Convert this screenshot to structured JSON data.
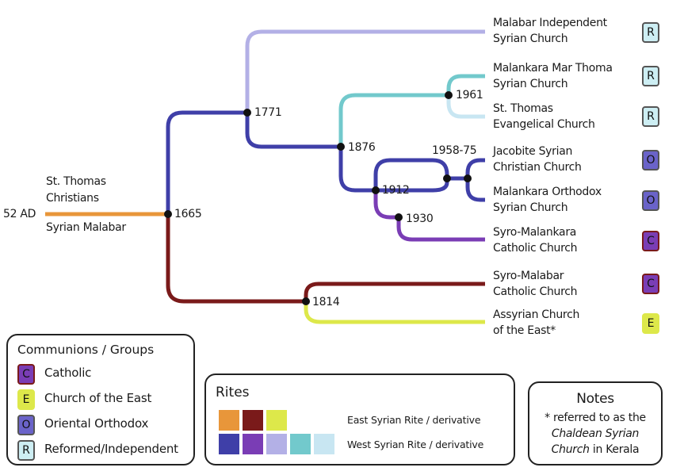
{
  "root": {
    "start_label": "52 AD",
    "name_lines": [
      "St. Thomas",
      "Christians"
    ],
    "sub_name": "Syrian Malabar"
  },
  "nodes": {
    "n1665": "1665",
    "n1771": "1771",
    "n1876": "1876",
    "n1961": "1961",
    "n1912": "1912",
    "n1958": "1958-75",
    "n1930": "1930",
    "n1814": "1814"
  },
  "churches": [
    {
      "lines": [
        "Malabar Independent",
        "Syrian Church"
      ],
      "badge": "R"
    },
    {
      "lines": [
        "Malankara Mar Thoma",
        "Syrian Church"
      ],
      "badge": "R"
    },
    {
      "lines": [
        "St. Thomas",
        "Evangelical Church"
      ],
      "badge": "R"
    },
    {
      "lines": [
        "Jacobite Syrian",
        "Christian Church"
      ],
      "badge": "O"
    },
    {
      "lines": [
        "Malankara Orthodox",
        "Syrian Church"
      ],
      "badge": "O"
    },
    {
      "lines": [
        "Syro-Malankara",
        "Catholic Church"
      ],
      "badge": "C"
    },
    {
      "lines": [
        "Syro-Malabar",
        "Catholic Church"
      ],
      "badge": "C"
    },
    {
      "lines": [
        "Assyrian Church",
        "of the East*"
      ],
      "badge": "E"
    }
  ],
  "communions": {
    "title": "Communions / Groups",
    "items": [
      {
        "badge": "C",
        "label": "Catholic"
      },
      {
        "badge": "E",
        "label": "Church of the East"
      },
      {
        "badge": "O",
        "label": "Oriental Orthodox"
      },
      {
        "badge": "R",
        "label": "Reformed/Independent"
      }
    ]
  },
  "rites": {
    "title": "Rites",
    "east_label": "East Syrian Rite / derivative",
    "west_label": "West Syrian Rite / derivative",
    "east_colors": [
      "#e8963a",
      "#7a1a1a",
      "#dde84a"
    ],
    "west_colors": [
      "#3f3fa8",
      "#7a3db5",
      "#b3b0e6",
      "#72c9cc",
      "#c8e6f2"
    ]
  },
  "notes": {
    "title": "Notes",
    "line1": "* referred to as the",
    "line2_italic": "Chaldean Syrian",
    "line3_italic": "Church",
    "line3_rest": " in Kerala"
  },
  "colors": {
    "root": "#e8963a",
    "east_branch": "#7a1a1a",
    "assyrian": "#dde84a",
    "west_trunk": "#3f3fa8",
    "malabar_independent": "#b3b0e6",
    "reformed_trunk": "#72c9cc",
    "evangelical": "#c8e6f2",
    "malankara_catholic": "#7a3db5",
    "badge_C": "#7a3db5",
    "badge_E": "#dde84a",
    "badge_O": "#6a63c9",
    "badge_R": "#cdeef3"
  }
}
